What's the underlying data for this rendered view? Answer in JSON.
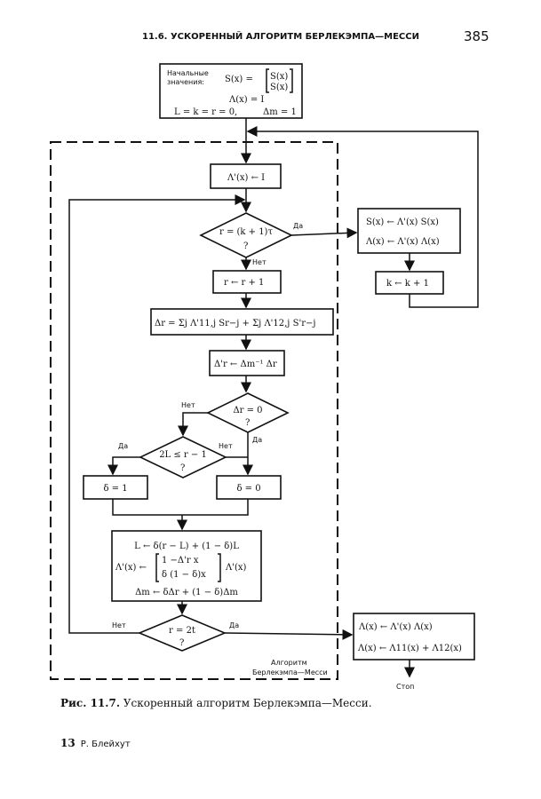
{
  "header": {
    "section_title": "11.6. УСКОРЕННЫЙ АЛГОРИТМ БЕРЛЕКЭМПА—МЕССИ",
    "page_number": "385"
  },
  "flowchart": {
    "init": {
      "label": "Начальные значения:",
      "s": "S(x) =",
      "s_vec_top": "S(x)",
      "s_vec_bottom": "S(x)",
      "lambda": "Λ(x) = I",
      "vars": "L = k = r = 0,",
      "delta_m": "Δm = 1"
    },
    "lambda_prime_init": "Λ'(x) ← I",
    "cond_r_k": "r = (k + 1)τ",
    "q": "?",
    "yes": "Да",
    "no": "Нет",
    "update_s": "S(x) ← Λ'(x) S(x)",
    "update_lambda": "Λ(x) ← Λ'(x) Λ(x)",
    "k_inc": "k ← k + 1",
    "r_inc": "r ← r + 1",
    "delta_r": "Δr = Σj Λ'11,j Sr−j + Σj Λ'12,j S'r−j",
    "delta_r_prime": "Δ'r ← Δm⁻¹ Δr",
    "cond_delta_zero": "Δr = 0",
    "cond_2l": "2L ≤ r − 1",
    "delta_one": "δ = 1",
    "delta_zero": "δ = 0",
    "update_L": "L ← δ(r − L) + (1 − δ)L",
    "update_lp_left": "Λ'(x) ←",
    "matrix_top": "1   −Δ'r x",
    "matrix_bottom": "δ   (1 − δ)x",
    "update_lp_right": "Λ'(x)",
    "update_dm": "Δm ← δΔr + (1 − δ)Δm",
    "cond_r_2t": "r = 2t",
    "final_1": "Λ(x) ← Λ'(x) Λ(x)",
    "final_2": "Λ(x) ← Λ11(x) + Λ12(x)",
    "stop": "Стоп",
    "region_label_1": "Алгоритм",
    "region_label_2": "Берлекэмпа—Месси"
  },
  "caption": {
    "number": "Рис. 11.7.",
    "text": "Ускоренный алгоритм Берлекэмпа—Месси."
  },
  "footer": {
    "signature": "13",
    "author": "Р. Блейхут"
  }
}
